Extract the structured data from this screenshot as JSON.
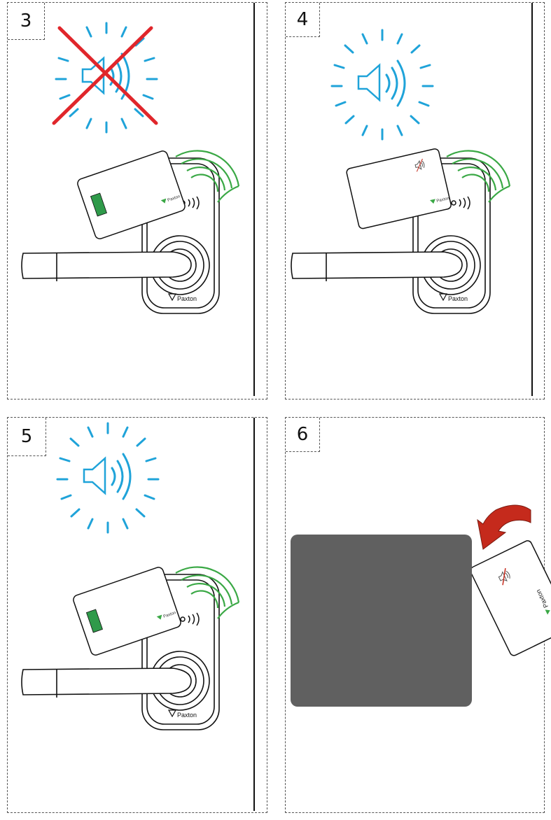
{
  "panels": [
    {
      "step": "3",
      "beep": "crossed",
      "card": "green_tag",
      "brand": "Paxton"
    },
    {
      "step": "4",
      "beep": "on",
      "card": "muted_card",
      "brand": "Paxton"
    },
    {
      "step": "5",
      "beep": "on",
      "card": "green_tag",
      "brand": "Paxton"
    },
    {
      "step": "6",
      "beep": "none",
      "card": "muted_card_turned",
      "brand": "Paxton"
    }
  ],
  "colors": {
    "beep": "#1fa3d9",
    "cross": "#e0262b",
    "rfid_waves": "#3aa845",
    "tag_green": "#2f9a4a",
    "brand_green": "#3aa845",
    "arrow": "#c52a1c",
    "redacted_block": "#606060"
  },
  "icons": [
    "speaker-beep-icon",
    "cross-icon",
    "rfid-waves-icon",
    "paxton-logo-icon",
    "curved-arrow-icon",
    "muted-speaker-icon"
  ]
}
